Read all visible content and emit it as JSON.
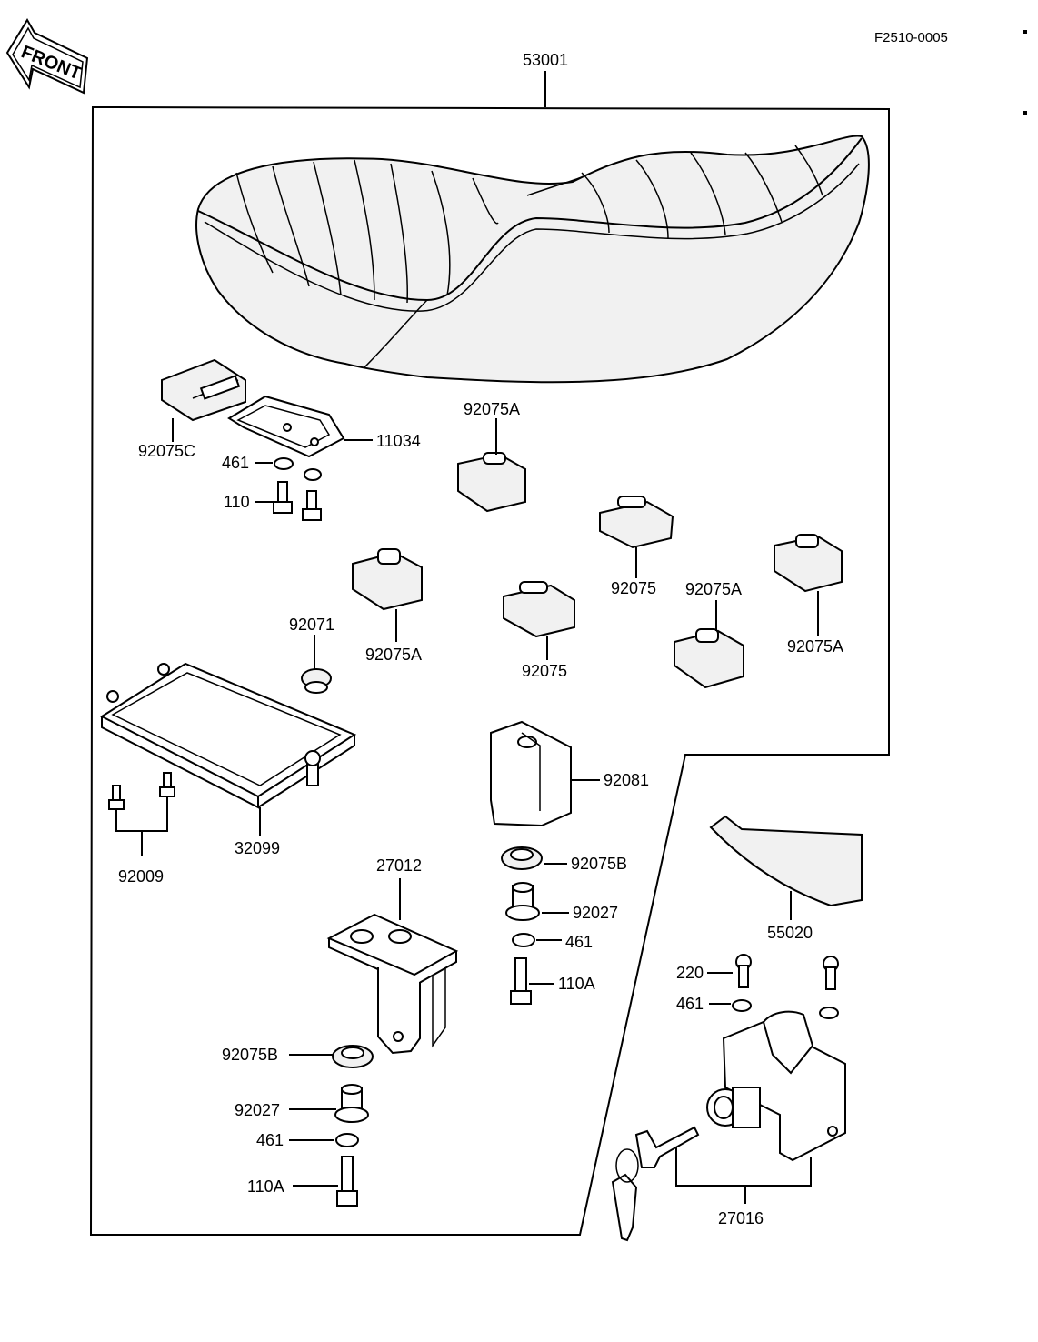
{
  "header": {
    "document_code": "F2510-0005",
    "front_label": "FRONT"
  },
  "labels": {
    "p53001": "53001",
    "p92075C": "92075C",
    "p11034": "11034",
    "p461_a": "461",
    "p110_a": "110",
    "p92075A_a": "92075A",
    "p92075A_b": "92075A",
    "p92075_a": "92075",
    "p92075_b": "92075",
    "p92075A_c": "92075A",
    "p92075A_d": "92075A",
    "p92071": "92071",
    "p32099": "32099",
    "p92009": "92009",
    "p92081": "92081",
    "p92075B_a": "92075B",
    "p92027_a": "92027",
    "p461_b": "461",
    "p110A_a": "110A",
    "p27012": "27012",
    "p55020": "55020",
    "p220": "220",
    "p461_c": "461",
    "p92075B_b": "92075B",
    "p92027_b": "92027",
    "p461_d": "461",
    "p110A_b": "110A",
    "p27016": "27016"
  }
}
